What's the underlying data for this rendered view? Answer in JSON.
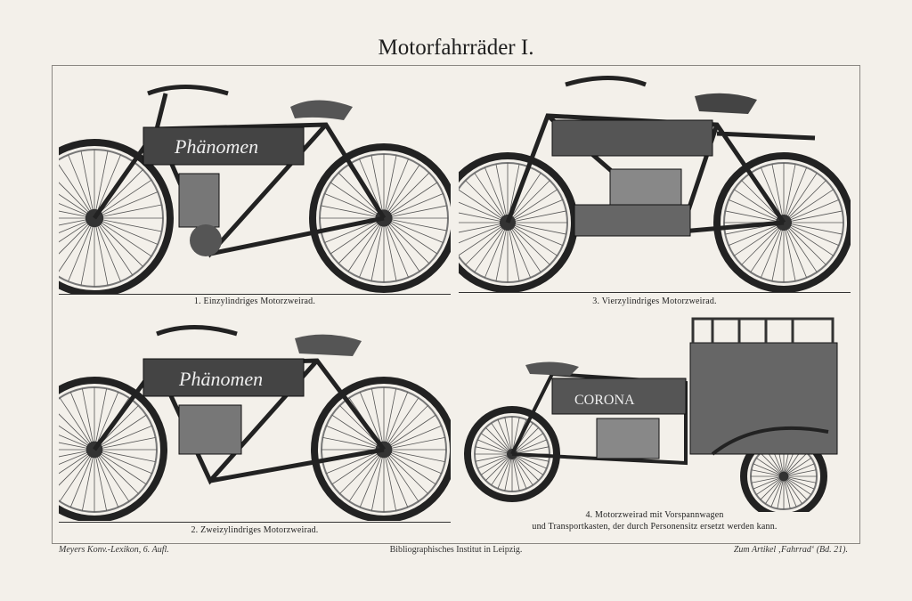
{
  "title": "Motorfahrräder I.",
  "figures": [
    {
      "caption": "1. Einzylindriges Motorzweirad.",
      "tank_logo": "Phänomen"
    },
    {
      "caption": "2. Zweizylindriges Motorzweirad.",
      "tank_logo": "Phänomen"
    },
    {
      "caption": "3. Vierzylindriges Motorzweirad."
    },
    {
      "caption_line1": "4. Motorzweirad mit Vorspannwagen",
      "caption_line2": "und Transportkasten, der durch Personensitz ersetzt werden kann.",
      "tank_logo": "CORONA"
    }
  ],
  "footer": {
    "left": "Meyers Konv.-Lexikon, 6. Aufl.",
    "center": "Bibliographisches Institut in Leipzig.",
    "right": "Zum Artikel ‚Fahrrad‘ (Bd. 21)."
  }
}
